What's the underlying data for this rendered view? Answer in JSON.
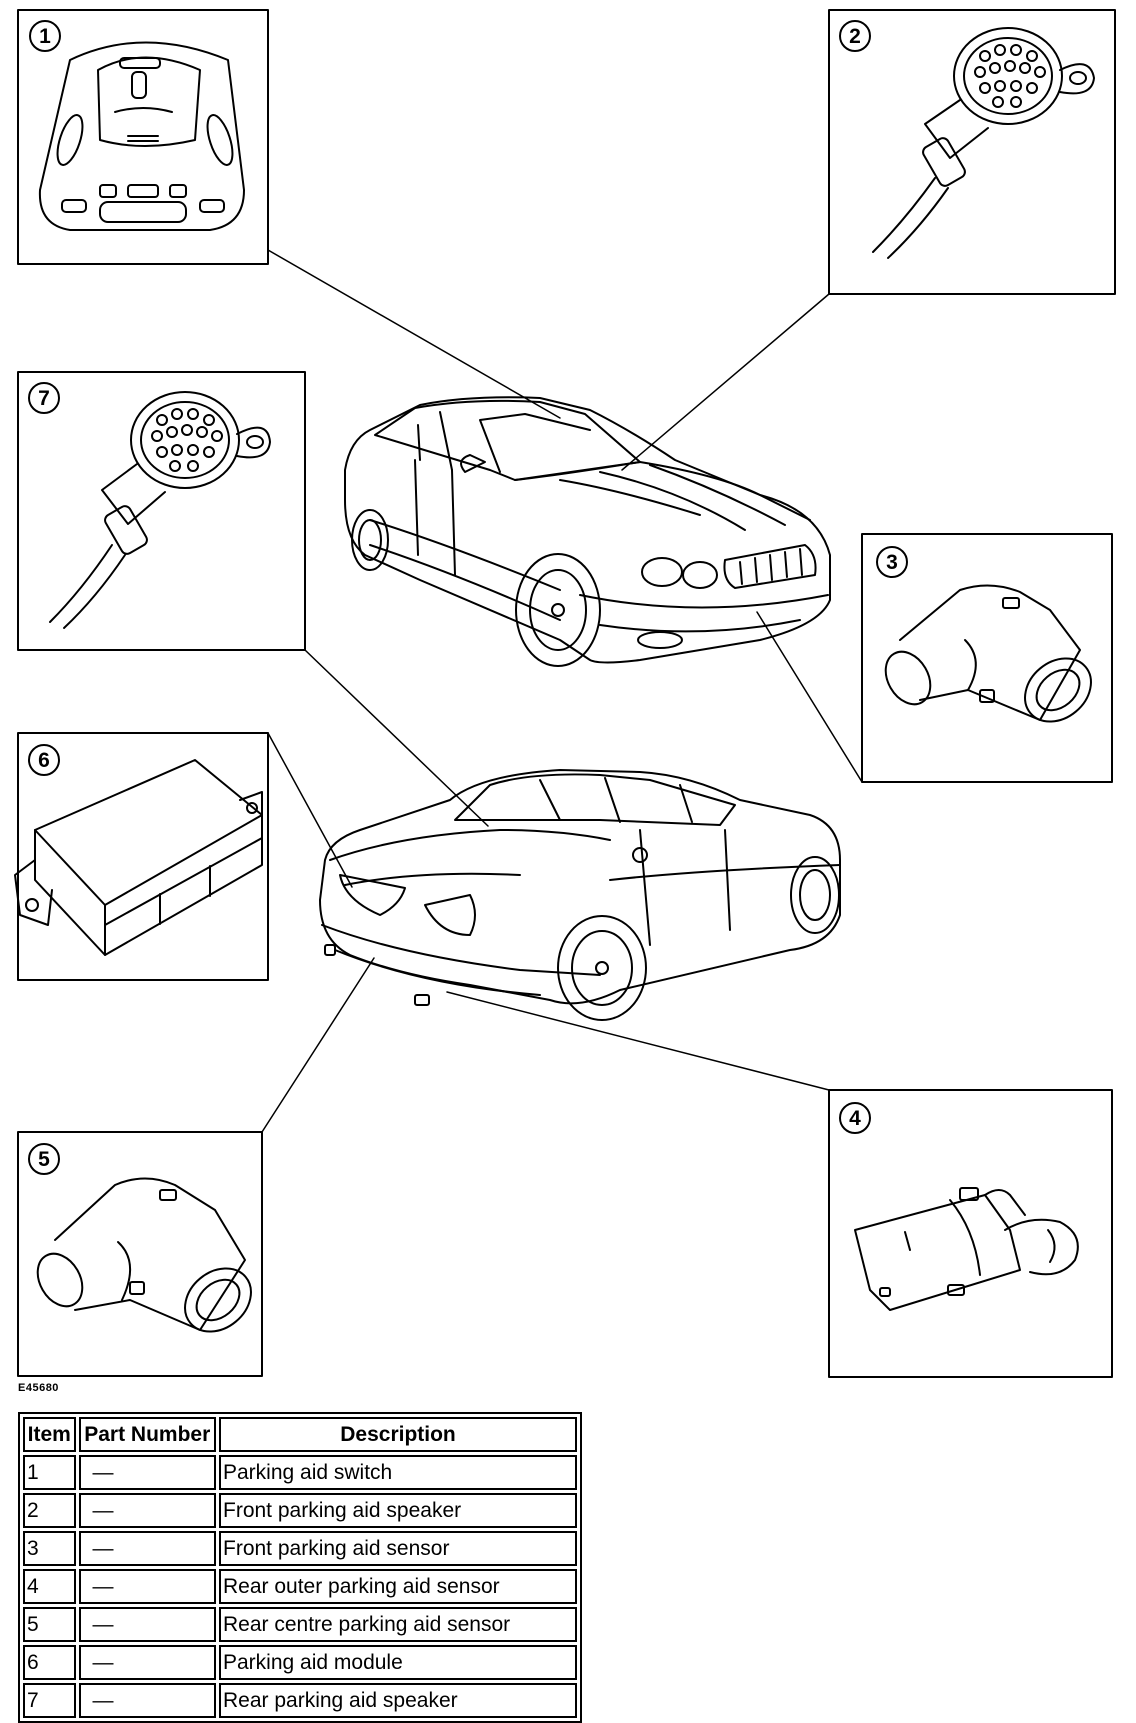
{
  "figure": {
    "reference_code": "E45680",
    "callouts": [
      "1",
      "2",
      "3",
      "4",
      "5",
      "6",
      "7"
    ]
  },
  "table": {
    "headers": {
      "item": "Item",
      "part_number": "Part Number",
      "description": "Description"
    },
    "rows": [
      {
        "item": "1",
        "part_number": "—",
        "description": "Parking aid switch"
      },
      {
        "item": "2",
        "part_number": "—",
        "description": "Front parking aid speaker"
      },
      {
        "item": "3",
        "part_number": "—",
        "description": "Front parking aid sensor"
      },
      {
        "item": "4",
        "part_number": "—",
        "description": "Rear outer parking aid sensor"
      },
      {
        "item": "5",
        "part_number": "—",
        "description": "Rear centre parking aid sensor"
      },
      {
        "item": "6",
        "part_number": "—",
        "description": "Parking aid module"
      },
      {
        "item": "7",
        "part_number": "—",
        "description": "Rear parking aid speaker"
      }
    ]
  }
}
